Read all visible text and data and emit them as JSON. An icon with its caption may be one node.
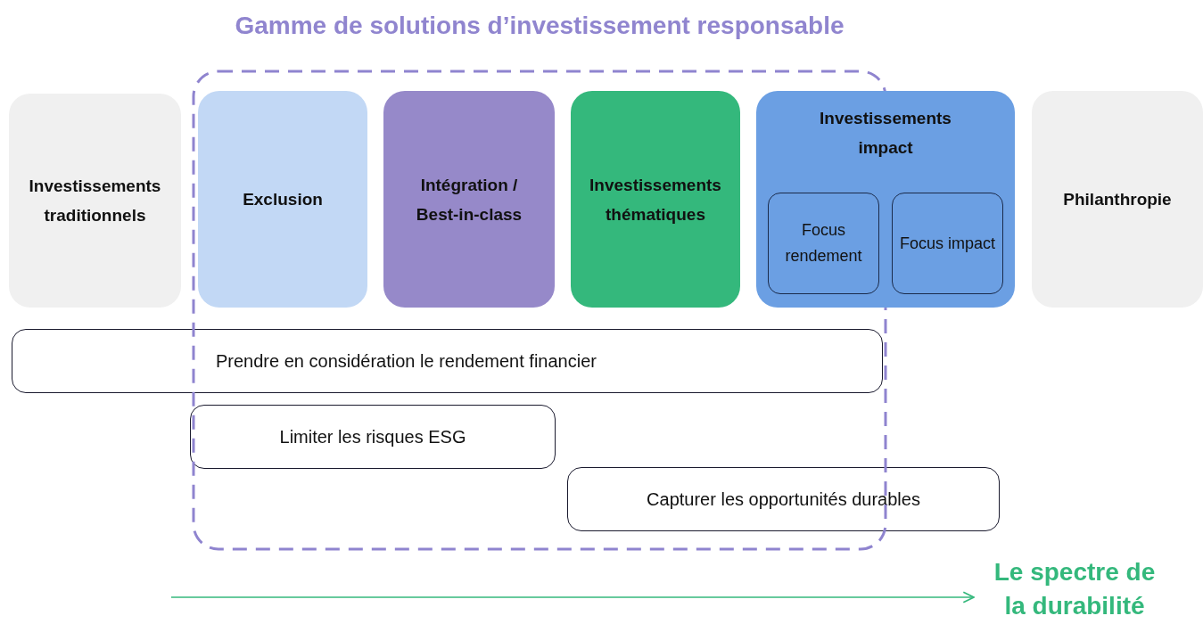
{
  "diagram": {
    "nodes": [
      {
        "text": [
          "Investissements traditionnels"
        ]
      },
      {
        "text": [
          "Gamme de solutions d’investissement responsable"
        ]
      },
      {
        "text": [
          "Exclusion"
        ],
        "in": 1
      },
      {
        "text": [
          "Intégration / Best-in-class"
        ],
        "in": 1
      },
      {
        "text": [
          "Investissements thématiques"
        ],
        "in": 1
      },
      {
        "text": [
          "Investissements impact"
        ]
      },
      {
        "text": [
          "Focus rendement"
        ]
      },
      {
        "text": [
          "Focus impact"
        ],
        "in": 5
      },
      {
        "text": [
          "Philanthropie"
        ]
      },
      {
        "text": [
          "Prendre en considération le rendement financier"
        ]
      },
      {
        "text": [
          "Limiter les risques ESG"
        ],
        "in": 1
      },
      {
        "text": [
          "Capturer les opportunités durables"
        ]
      },
      {
        "text": [
          "Le spectre de la durabilité"
        ]
      }
    ],
    "edges": [
      {
        "from": null,
        "to": 12,
        "arrow": "to",
        "color": "#34b87c"
      }
    ]
  }
}
